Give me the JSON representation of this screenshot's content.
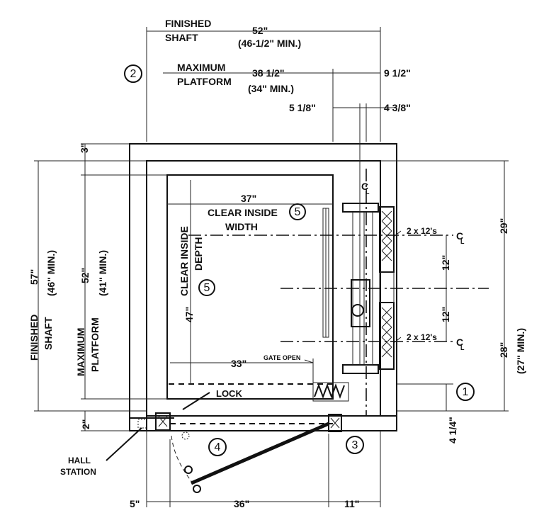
{
  "dimensions": {
    "shaft_width": "52\"",
    "shaft_width_min": "(46-1/2\" MIN.)",
    "platform_width": "38 1/2\"",
    "platform_width_min": "(34\" MIN.)",
    "right_gap": "9 1/2\"",
    "rail_offset_a": "5 1/8\"",
    "rail_offset_b": "4 3/8\"",
    "top_wall": "3\"",
    "shaft_depth": "57\"",
    "shaft_depth_min": "(46\" MIN.)",
    "platform_depth": "52\"",
    "platform_depth_min": "(41\" MIN.)",
    "clear_width": "37\"",
    "clear_depth": "47\"",
    "gate_width": "33\"",
    "upper_right": "29\"",
    "lower_right": "28\"",
    "lower_right_min": "(27\" MIN.)",
    "rail_spacing_top": "12\"",
    "rail_spacing_bottom": "12\"",
    "bottom_left_wall": "2\"",
    "bottom_right_wall": "4 1/4\"",
    "bottom_left": "5\"",
    "door_width": "36\"",
    "bottom_right": "11\""
  },
  "labels": {
    "finished_shaft_top_1": "FINISHED",
    "finished_shaft_top_2": "SHAFT",
    "max_platform_top_1": "MAXIMUM",
    "max_platform_top_2": "PLATFORM",
    "finished_shaft_side_1": "FINISHED",
    "finished_shaft_side_2": "SHAFT",
    "max_platform_side_1": "MAXIMUM",
    "max_platform_side_2": "PLATFORM",
    "clear_width_1": "CLEAR INSIDE",
    "clear_width_2": "WIDTH",
    "clear_depth_1": "CLEAR INSIDE",
    "clear_depth_2": "DEPTH",
    "gate_open": "GATE OPEN",
    "lock": "LOCK",
    "hall_station_1": "HALL",
    "hall_station_2": "STATION",
    "header_top": "2 x 12's",
    "header_bottom": "2 x 12's",
    "centerline_top": "C",
    "centerline_mid": "C",
    "centerline_bot": "C",
    "centerline_l": "L"
  },
  "callouts": {
    "c1": "1",
    "c2": "2",
    "c3": "3",
    "c4": "4",
    "c5_width": "5",
    "c5_depth": "5"
  }
}
